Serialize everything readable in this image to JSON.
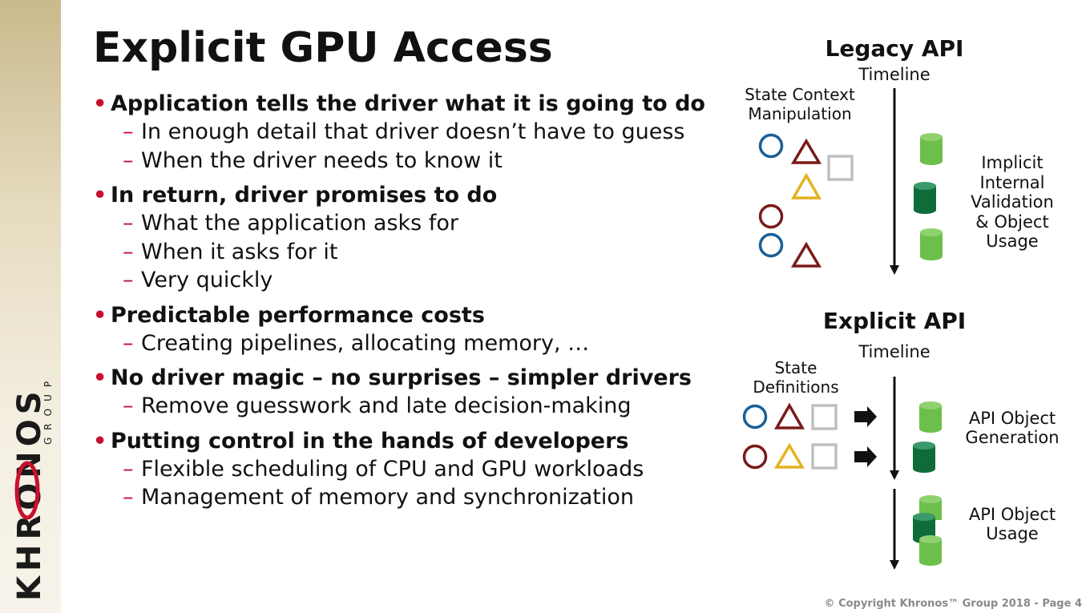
{
  "brand": {
    "logo_text": "KHRONOS",
    "logo_sub": "GROUP"
  },
  "title": "Explicit GPU Access",
  "bullets": [
    {
      "text": "Application tells the driver what it is going to do",
      "subs": [
        "In enough detail that driver doesn’t have to guess",
        "When the driver needs to know it"
      ]
    },
    {
      "text": "In return, driver promises to do",
      "subs": [
        "What the application asks for",
        "When it asks for it",
        "Very quickly"
      ]
    },
    {
      "text": "Predictable performance costs",
      "subs": [
        "Creating pipelines, allocating memory, …"
      ]
    },
    {
      "text": "No driver magic – no surprises – simpler drivers",
      "subs": [
        "Remove guesswork and late decision-making"
      ]
    },
    {
      "text": "Putting control in the hands of developers",
      "subs": [
        "Flexible scheduling of CPU and GPU workloads",
        "Management of memory and synchronization"
      ]
    }
  ],
  "diagram": {
    "legacy": {
      "title": "Legacy API",
      "timeline": "Timeline",
      "left_label": [
        "State Context",
        "Manipulation"
      ],
      "right_label": [
        "Implicit",
        "Internal",
        "Validation",
        "& Object",
        "Usage"
      ]
    },
    "explicit": {
      "title": "Explicit API",
      "timeline": "Timeline",
      "left_label": [
        "State",
        "Definitions"
      ],
      "gen_label": [
        "API Object",
        "Generation"
      ],
      "usage_label": [
        "API Object",
        "Usage"
      ]
    },
    "colors": {
      "circle_blue": "#1a5f96",
      "circle_red": "#7a1a1a",
      "triangle_red": "#7a1a1a",
      "triangle_yellow": "#e3b21f",
      "square_gray": "#c0c0c0",
      "cyl_light": "#6cbf4a",
      "cyl_dark": "#0f6b3a",
      "bullet_red": "#c8102e"
    }
  },
  "footer": "© Copyright Khronos™ Group 2018 - Page 4"
}
